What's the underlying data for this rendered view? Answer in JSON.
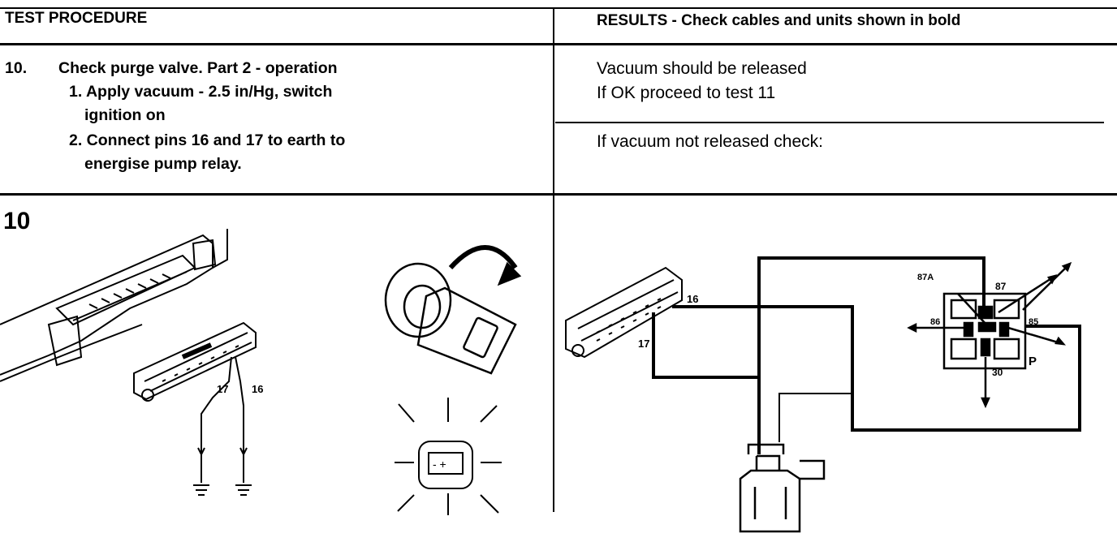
{
  "header": {
    "left": "TEST PROCEDURE",
    "right": "RESULTS - Check cables and units shown in bold"
  },
  "procedure": {
    "number": "10.",
    "title": "Check purge valve. Part 2 - operation",
    "step1_line1": "1. Apply vacuum - 2.5 in/Hg, switch",
    "step1_line2": "ignition on",
    "step2_line1": "2. Connect pins 16 and 17 to earth to",
    "step2_line2": "energise pump relay."
  },
  "results": {
    "ok_line1": "Vacuum should be released",
    "ok_line2": "If OK proceed to test 11",
    "fail_line1": "If vacuum not released check:"
  },
  "figure": {
    "number": "10",
    "left_pin_a": "17",
    "left_pin_b": "16",
    "right_pin_a": "16",
    "right_pin_b": "17",
    "relay_87a": "87A",
    "relay_87": "87",
    "relay_86": "86",
    "relay_85": "85",
    "relay_30": "30",
    "relay_p": "P"
  }
}
